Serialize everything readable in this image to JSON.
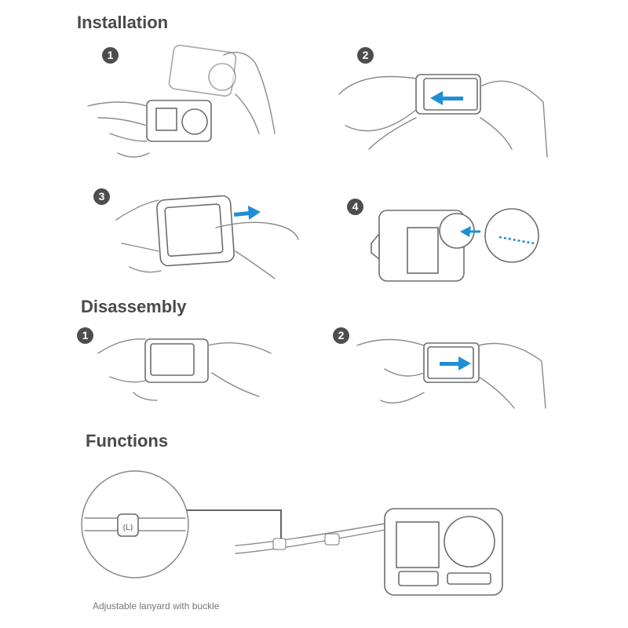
{
  "sections": {
    "installation": {
      "title": "Installation",
      "steps": [
        "1",
        "2",
        "3",
        "4"
      ]
    },
    "disassembly": {
      "title": "Disassembly",
      "steps": [
        "1",
        "2"
      ]
    },
    "functions": {
      "title": "Functions",
      "caption": "Adjustable lanyard with buckle"
    }
  },
  "colors": {
    "heading": "#4a4a4a",
    "badge": "#4d4d4d",
    "arrow": "#1e8fd6",
    "line": "#8a8a8a"
  }
}
